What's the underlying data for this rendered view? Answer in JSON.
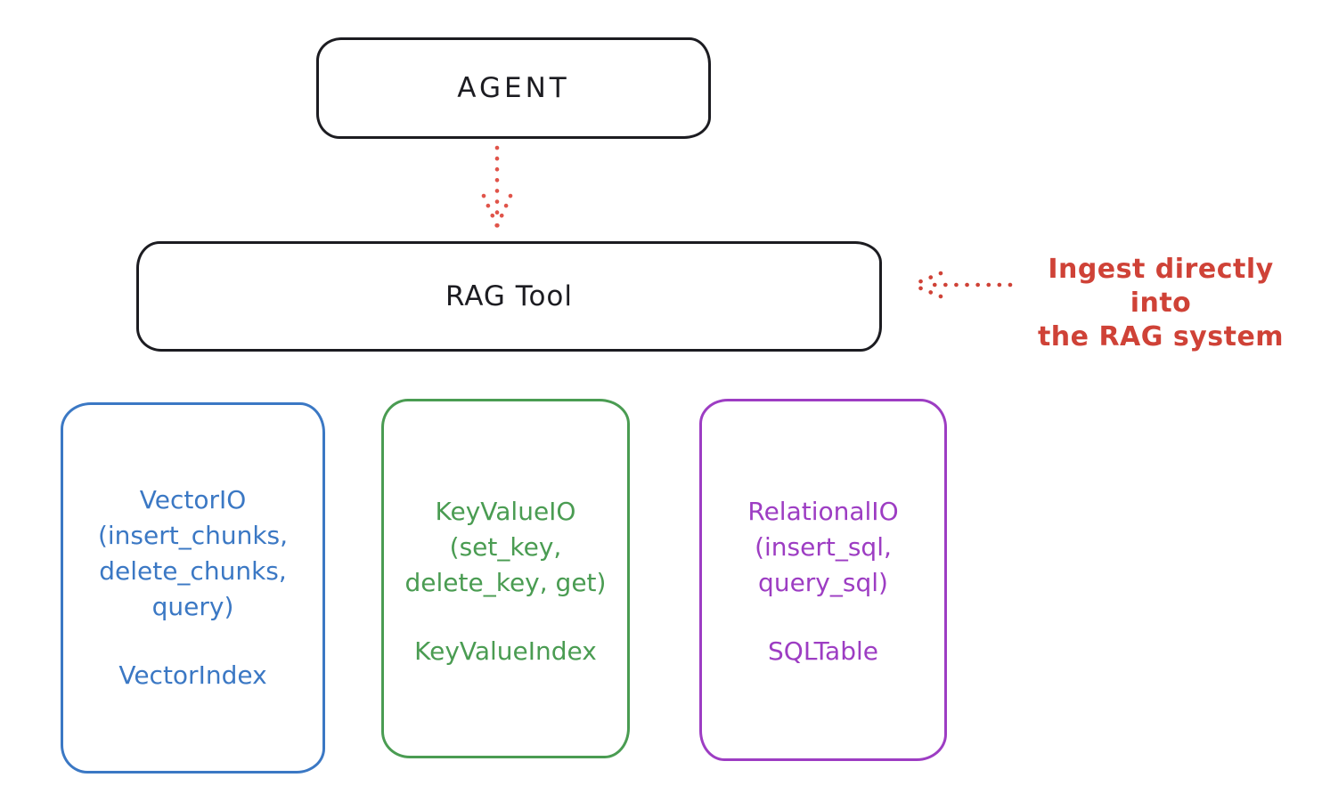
{
  "colors": {
    "ink": "#1c1c21",
    "red": "#cf4237",
    "blue": "#3b78c4",
    "green": "#4a9c52",
    "purple": "#9d3dc3"
  },
  "nodes": {
    "agent": {
      "label": "AGENT"
    },
    "rag_tool": {
      "label": "RAG Tool"
    },
    "vector_io": {
      "lines": [
        "VectorIO",
        "(insert_chunks,",
        "delete_chunks,",
        "query)"
      ],
      "index_label": "VectorIndex"
    },
    "key_value_io": {
      "lines": [
        "KeyValueIO",
        "(set_key,",
        "delete_key, get)"
      ],
      "index_label": "KeyValueIndex"
    },
    "relational_io": {
      "lines": [
        "RelationalIO",
        "(insert_sql,",
        "query_sql)"
      ],
      "index_label": "SQLTable"
    }
  },
  "annotation": {
    "lines": [
      "Ingest directly into",
      "the RAG system"
    ]
  }
}
